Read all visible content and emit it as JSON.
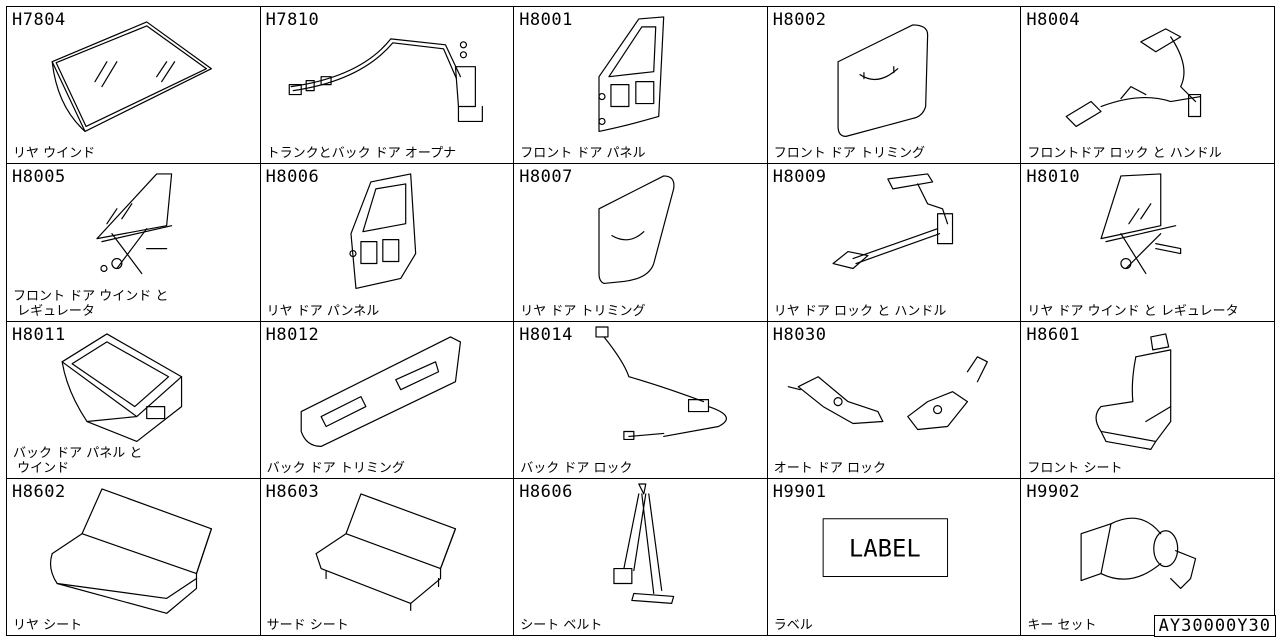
{
  "parts": [
    {
      "code": "H7804",
      "label": "リヤ ウインド",
      "icon": "rear-window-glass"
    },
    {
      "code": "H7810",
      "label": "トランクとバック ドア オープナ",
      "icon": "cable-opener"
    },
    {
      "code": "H8001",
      "label": "フロント ドア パネル",
      "icon": "front-door-panel"
    },
    {
      "code": "H8002",
      "label": "フロント ドア トリミング",
      "icon": "door-trim"
    },
    {
      "code": "H8004",
      "label": "フロントドア ロック と ハンドル",
      "icon": "lock-handle"
    },
    {
      "code": "H8005",
      "label": "フロント ドア ウインド と\n レギュレータ",
      "icon": "window-regulator"
    },
    {
      "code": "H8006",
      "label": "リヤ ドア パンネル",
      "icon": "rear-door-panel"
    },
    {
      "code": "H8007",
      "label": "リヤ ドア トリミング",
      "icon": "door-trim"
    },
    {
      "code": "H8009",
      "label": "リヤ ドア ロック と ハンドル",
      "icon": "rear-lock-rod"
    },
    {
      "code": "H8010",
      "label": "リヤ ドア ウインド と レギュレータ",
      "icon": "window-regulator"
    },
    {
      "code": "H8011",
      "label": "バック ドア パネル と\n ウインド",
      "icon": "back-door"
    },
    {
      "code": "H8012",
      "label": "バック ドア トリミング",
      "icon": "back-door-trim"
    },
    {
      "code": "H8014",
      "label": "バック ドア ロック",
      "icon": "cable-lock"
    },
    {
      "code": "H8030",
      "label": "オート ドア ロック",
      "icon": "actuators"
    },
    {
      "code": "H8601",
      "label": "フロント シート",
      "icon": "front-seat"
    },
    {
      "code": "H8602",
      "label": "リヤ シート",
      "icon": "bench-seat"
    },
    {
      "code": "H8603",
      "label": "サード シート",
      "icon": "bench-seat-legs"
    },
    {
      "code": "H8606",
      "label": "シート ベルト",
      "icon": "seat-belt"
    },
    {
      "code": "H9901",
      "label": "ラベル",
      "icon": "label-box",
      "box_text": "LABEL"
    },
    {
      "code": "H9902",
      "label": "キー セット",
      "icon": "key-cylinder"
    }
  ],
  "diagram_code": "AY30000Y30"
}
